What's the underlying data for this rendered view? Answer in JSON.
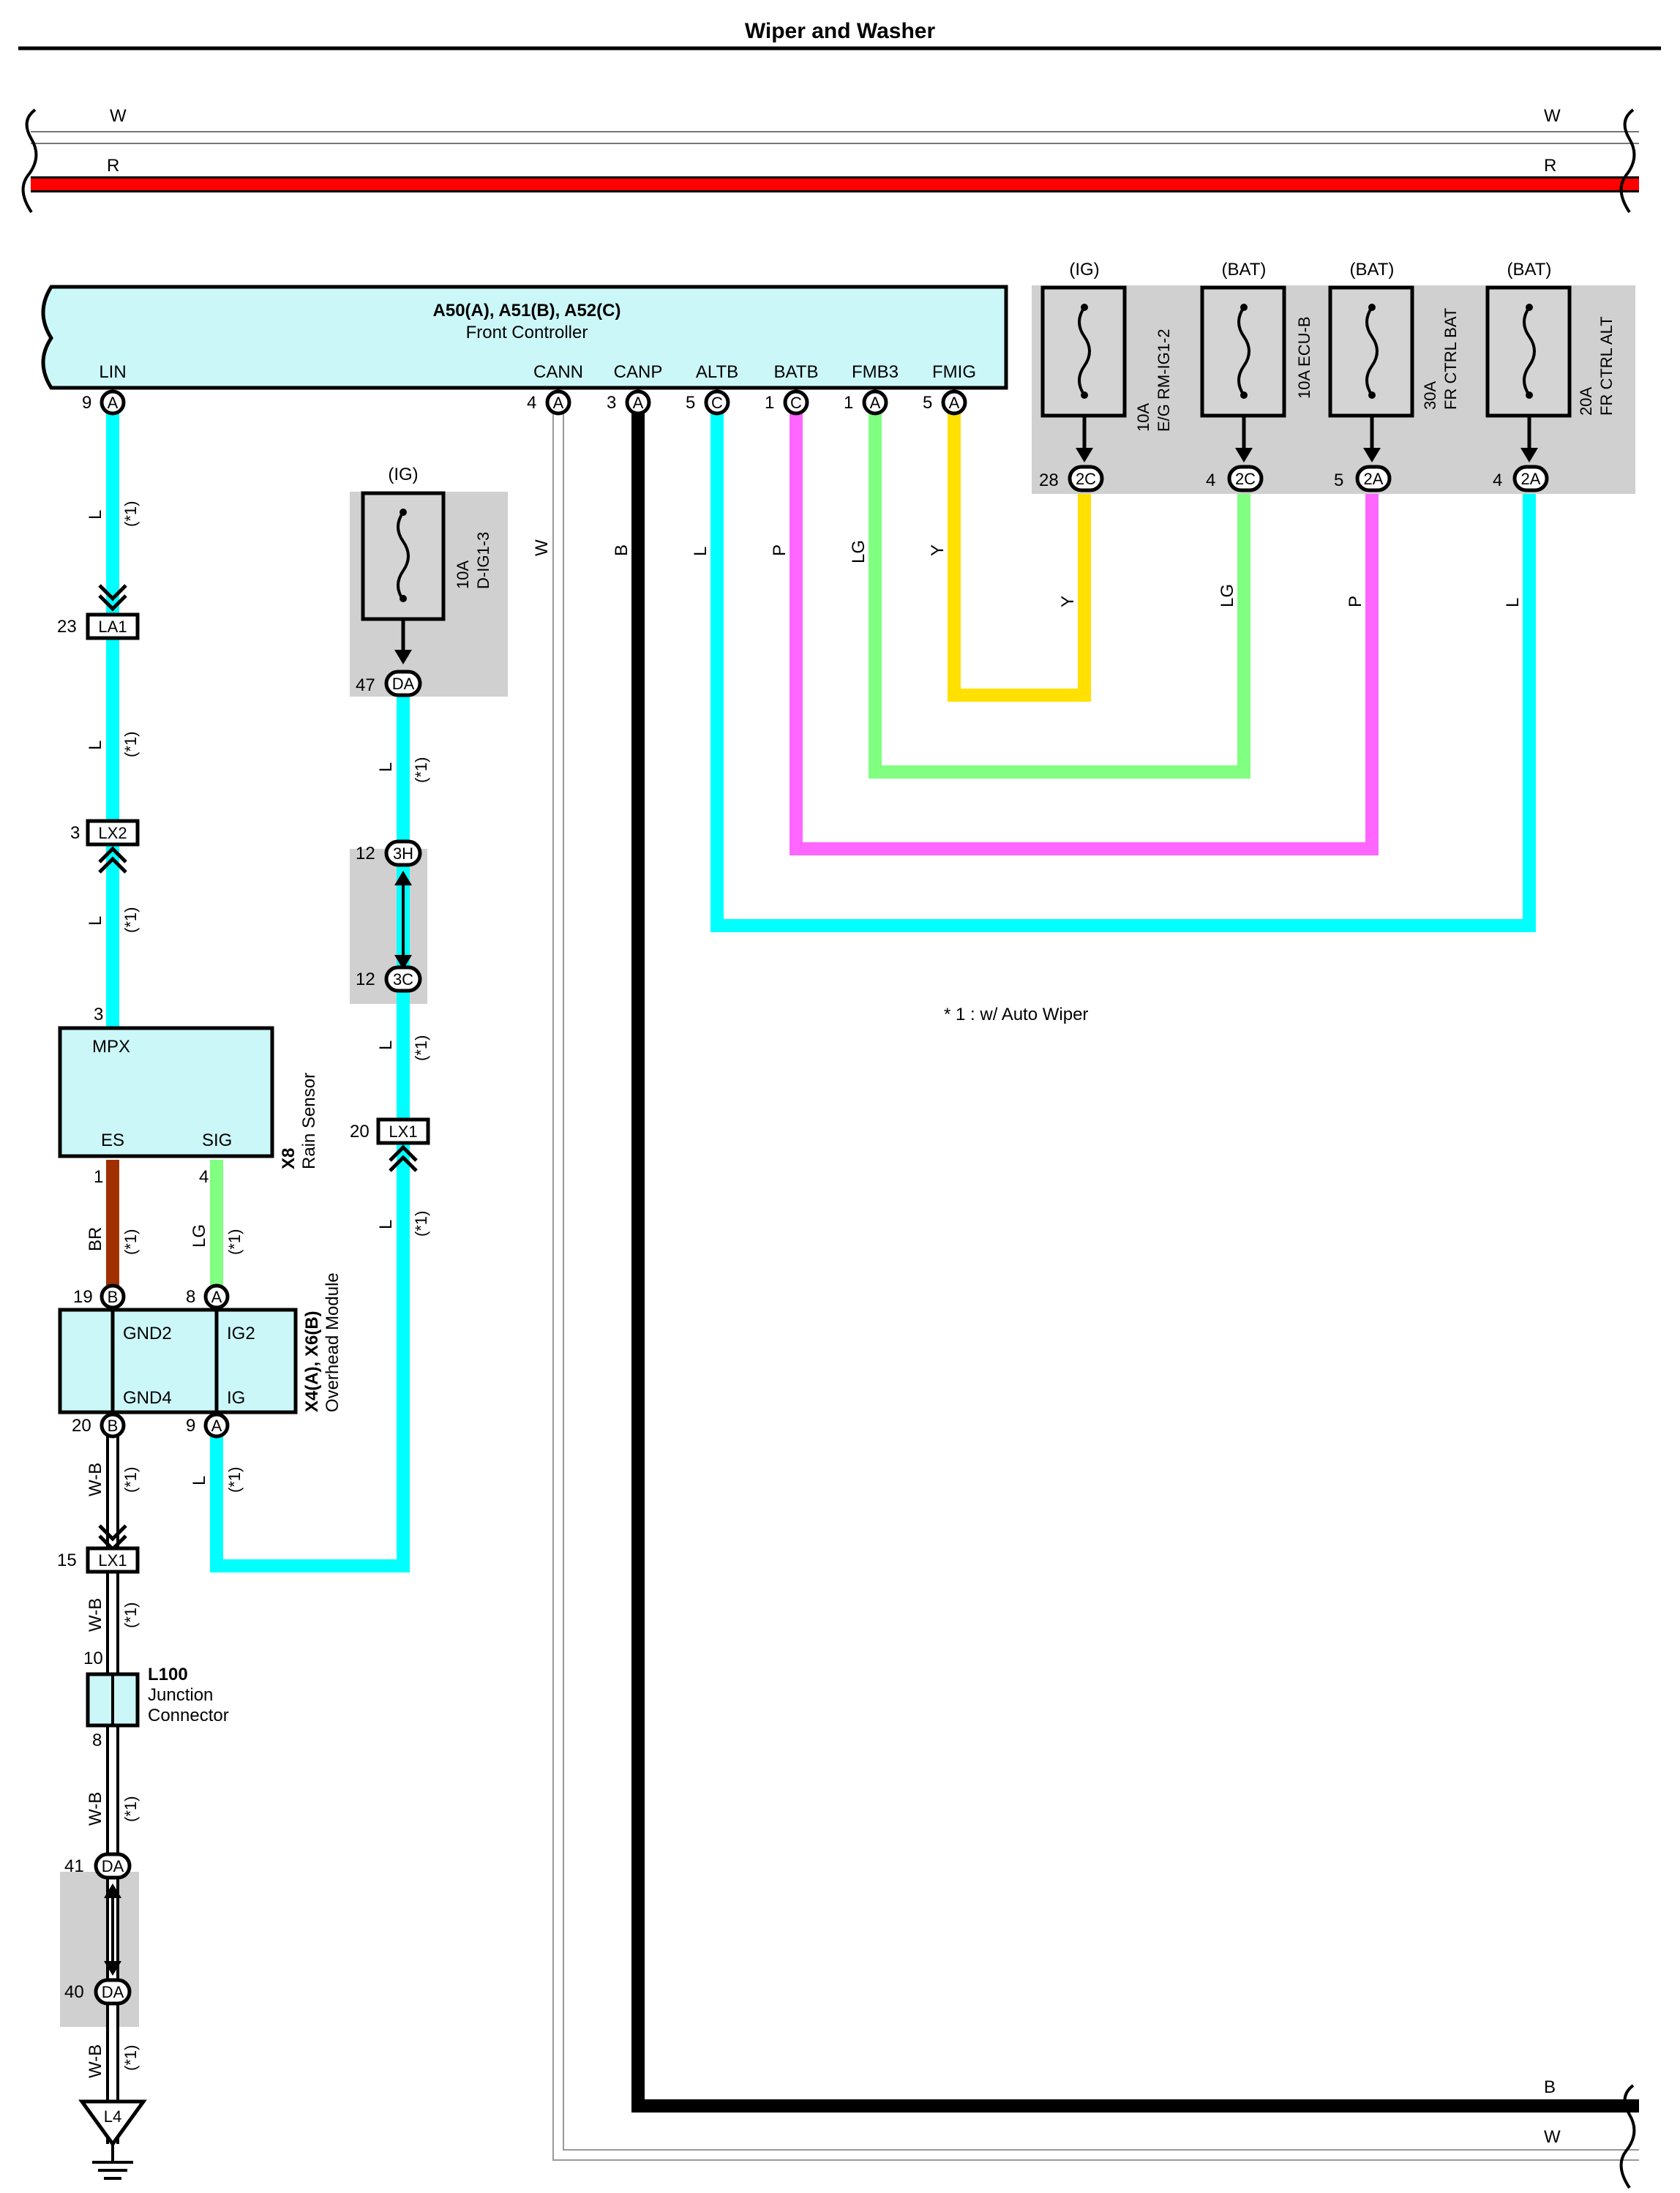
{
  "title": "Wiper and Washer",
  "colors": {
    "L": "#00ffff",
    "R": "#ff0000",
    "Y": "#ffe000",
    "LG": "#80ff80",
    "P": "#ff66ff",
    "B": "#000000",
    "BR": "#a03000",
    "W": "#ffffff",
    "W-B": "#ffffff",
    "component_fill": "#ccf7f9",
    "shade": "#d0d0d0"
  },
  "buses": {
    "top_w": "W",
    "top_r": "R",
    "bottom_b": "B",
    "bottom_w": "W"
  },
  "front_controller": {
    "codes": "A50(A), A51(B), A52(C)",
    "name": "Front Controller",
    "pins": [
      {
        "name": "LIN",
        "num": "9",
        "conn": "A"
      },
      {
        "name": "CANN",
        "num": "4",
        "conn": "A"
      },
      {
        "name": "CANP",
        "num": "3",
        "conn": "A"
      },
      {
        "name": "ALTB",
        "num": "5",
        "conn": "C"
      },
      {
        "name": "BATB",
        "num": "1",
        "conn": "C"
      },
      {
        "name": "FMB3",
        "num": "1",
        "conn": "A"
      },
      {
        "name": "FMIG",
        "num": "5",
        "conn": "A"
      }
    ]
  },
  "wire_labels": {
    "lin": "L",
    "cann": "W",
    "canp": "B",
    "altb": "L",
    "batb": "P",
    "fmb3": "LG",
    "fmig": "Y",
    "f1": "Y",
    "f2": "LG",
    "f3": "P",
    "f4": "L",
    "note": "(*1)"
  },
  "fuses": [
    {
      "supply": "(IG)",
      "rating": "10A",
      "name": "E/G RM-IG1-2",
      "pin": "28",
      "conn": "2C",
      "wire": "Y"
    },
    {
      "supply": "(BAT)",
      "rating": "10A ECU-B",
      "name": "",
      "pin": "4",
      "conn": "2C",
      "wire": "LG"
    },
    {
      "supply": "(BAT)",
      "rating": "30A",
      "name": "FR CTRL BAT",
      "pin": "5",
      "conn": "2A",
      "wire": "P"
    },
    {
      "supply": "(BAT)",
      "rating": "20A",
      "name": "FR CTRL ALT",
      "pin": "4",
      "conn": "2A",
      "wire": "L"
    }
  ],
  "fuse_dig": {
    "supply": "(IG)",
    "rating": "10A",
    "name": "D-IG1-3",
    "pin": "47",
    "conn": "DA"
  },
  "connectors": {
    "la1": {
      "pin": "23",
      "name": "LA1"
    },
    "lx2": {
      "pin": "3",
      "name": "LX2"
    },
    "c3h": {
      "pin": "12",
      "name": "3H"
    },
    "c3c": {
      "pin": "12",
      "name": "3C"
    },
    "lx1a": {
      "pin": "20",
      "name": "LX1"
    },
    "lx1b": {
      "pin": "15",
      "name": "LX1"
    },
    "da41": {
      "pin": "41",
      "name": "DA"
    },
    "da40": {
      "pin": "40",
      "name": "DA"
    }
  },
  "rain_sensor": {
    "code": "X8",
    "name": "Rain Sensor",
    "mpx": "MPX",
    "es": "ES",
    "sig": "SIG",
    "pin_mpx": "3",
    "pin_es": "1",
    "pin_sig": "4"
  },
  "overhead_module": {
    "codes": "X4(A), X6(B)",
    "name": "Overhead Module",
    "gnd2": "GND2",
    "ig2": "IG2",
    "gnd4": "GND4",
    "ig": "IG",
    "pins": [
      {
        "num": "19",
        "conn": "B"
      },
      {
        "num": "8",
        "conn": "A"
      },
      {
        "num": "20",
        "conn": "B"
      },
      {
        "num": "9",
        "conn": "A"
      }
    ]
  },
  "left_wires": {
    "br": "BR",
    "lg": "LG",
    "l": "L",
    "wb": "W-B"
  },
  "junction": {
    "code": "L100",
    "line1": "Junction",
    "line2": "Connector",
    "pin_top": "10",
    "pin_bottom": "8"
  },
  "ground": {
    "name": "L4"
  },
  "footnote": "* 1 : w/ Auto Wiper"
}
